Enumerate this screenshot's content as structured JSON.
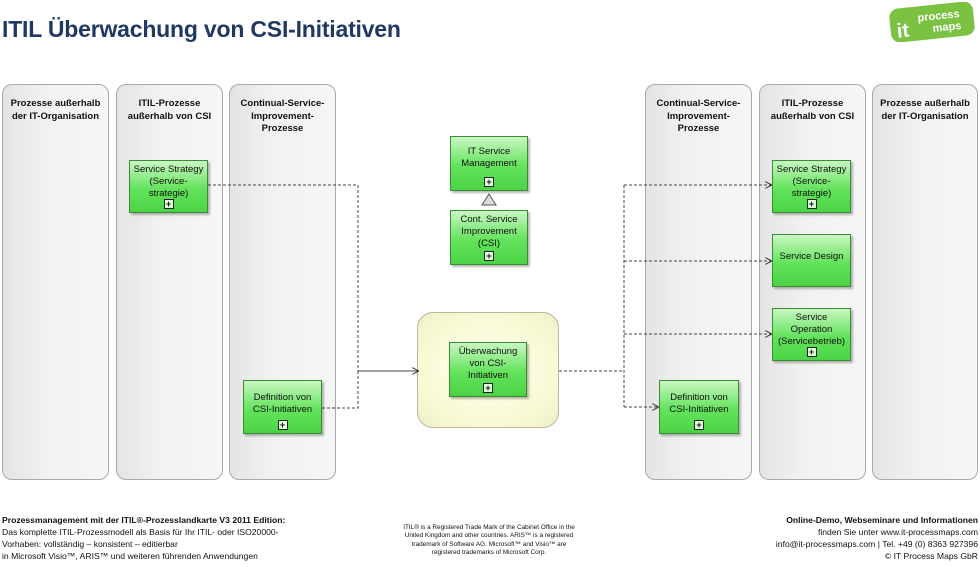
{
  "title": "ITIL Überwachung von CSI-Initiativen",
  "logo": {
    "line1": "it",
    "line2": "process",
    "line3": "maps",
    "color": "#7cc242"
  },
  "lanes": [
    {
      "label": "Prozesse außerhalb\nder IT-Organisation"
    },
    {
      "label": "ITIL-Prozesse\naußerhalb von CSI"
    },
    {
      "label": "Continual-Service-\nImprovement-\nProzesse"
    },
    {
      "label": "Continual-Service-\nImprovement-\nProzesse"
    },
    {
      "label": "ITIL-Prozesse\naußerhalb von CSI"
    },
    {
      "label": "Prozesse außerhalb\nder IT-Organisation"
    }
  ],
  "boxes": {
    "left_strategy": "Service Strategy\n(Service-\nstrategie)",
    "left_definition": "Definition von\nCSI-Initiativen",
    "itsm": "IT Service\nManagement",
    "csi": "Cont. Service\nImprovement\n(CSI)",
    "center": "Überwachung\nvon CSI-\nInitiativen",
    "right_strategy": "Service Strategy\n(Service-\nstrategie)",
    "right_design": "Service Design",
    "right_operation": "Service\nOperation\n(Servicebetrieb)",
    "right_definition": "Definition von\nCSI-Initiativen"
  },
  "plus_symbol": "+",
  "footer_left": {
    "heading": "Prozessmanagement mit der ITIL®-Prozesslandkarte V3 2011 Edition:",
    "line1": "Das komplette ITIL-Prozessmodell als Basis für Ihr ITIL- oder ISO20000-",
    "line2": "Vorhaben: vollständig – konsistent – editierbar",
    "line3": "in Microsoft Visio™, ARIS™ und weiteren führenden Anwendungen"
  },
  "footer_center": {
    "line1": "ITIL® is a Registered Trade Mark of the Cabinet Office in the",
    "line2": "United Kingdom and other countries. ARIS™ is a  registered",
    "line3": "trademark of Software AG. Microsoft™ and Visio™ are",
    "line4": "registered trademarks of Microsoft Corp."
  },
  "footer_right": {
    "heading": "Online-Demo, Webseminare und Informationen",
    "line1": "finden Sie unter www.it-processmaps.com",
    "line2": "info@it-processmaps.com | Tel. +49 (0) 8363 927396",
    "line3": "© IT Process Maps GbR"
  }
}
